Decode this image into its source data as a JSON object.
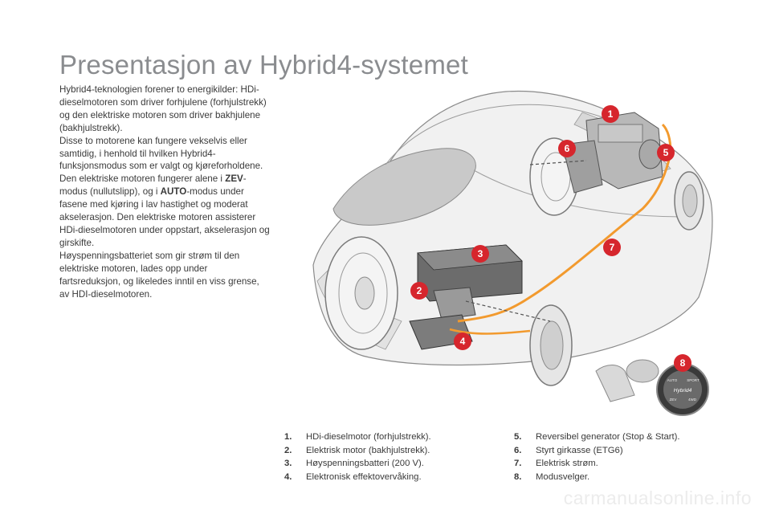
{
  "page": {
    "title": "Presentasjon av Hybrid4-systemet"
  },
  "intro": {
    "p1": "Hybrid4-teknologien forener to energikilder: HDi-dieselmotoren som driver forhjulene (forhjulstrekk) og den elektriske motoren som driver bakhjulene (bakhjulstrekk).",
    "p2": "Disse to motorene kan fungere vekselvis eller samtidig, i henhold til hvilken Hybrid4-funksjonsmodus som er valgt og kjøreforholdene.",
    "p3_start": "Den elektriske motoren fungerer alene i",
    "zev": "ZEV",
    "p3_mid": "-modus (nullutslipp), og i",
    "auto": "AUTO",
    "p3_end": "-modus under fasene med kjøring i lav hastighet og moderat akselerasjon. Den elektriske motoren assisterer HDi-dieselmotoren under oppstart, akselerasjon og girskifte.",
    "p4": "Høyspenningsbatteriet som gir strøm til den elektriske motoren, lades opp under fartsreduksjon, og likeledes inntil en viss grense, av HDI-dieselmotoren."
  },
  "illustration": {
    "callouts": [
      "1",
      "2",
      "3",
      "4",
      "5",
      "6",
      "7",
      "8"
    ],
    "selector_labels": {
      "auto": "AUTO",
      "sport": "SPORT",
      "brand": "Hybrid4",
      "zev": "ZEV",
      "awd": "4WD"
    },
    "colors": {
      "callout": "#d6262d",
      "cable": "#f29a2e",
      "body": "#f2f2f2",
      "outline": "#8f8f8f"
    }
  },
  "legend_left": [
    {
      "num": "1.",
      "text": "HDi-dieselmotor (forhjulstrekk)."
    },
    {
      "num": "2.",
      "text": "Elektrisk motor (bakhjulstrekk)."
    },
    {
      "num": "3.",
      "text": "Høyspenningsbatteri (200 V)."
    },
    {
      "num": "4.",
      "text": "Elektronisk effektovervåking."
    }
  ],
  "legend_right": [
    {
      "num": "5.",
      "text": "Reversibel generator (Stop & Start)."
    },
    {
      "num": "6.",
      "text": "Styrt girkasse (ETG6)"
    },
    {
      "num": "7.",
      "text": "Elektrisk strøm."
    },
    {
      "num": "8.",
      "text": "Modusvelger."
    }
  ],
  "watermark": "carmanualsonline.info"
}
